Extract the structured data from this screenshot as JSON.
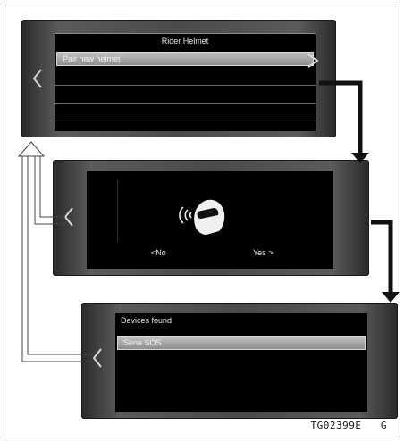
{
  "screens": {
    "rider_helmet": {
      "title": "Rider Helmet",
      "items": [
        "Pair new helmet"
      ]
    },
    "pairing": {
      "no_label": "No",
      "yes_label": "Yes"
    },
    "devices_found": {
      "title": "Devices found",
      "items": [
        "Sena SOS"
      ]
    }
  },
  "figure_code": "TG02399E",
  "figure_suffix": "G",
  "colors": {
    "panel_frame": "#4a4a4a",
    "screen_bg": "#000000",
    "highlight": "#a8a8a8",
    "arrow": "#111111"
  }
}
